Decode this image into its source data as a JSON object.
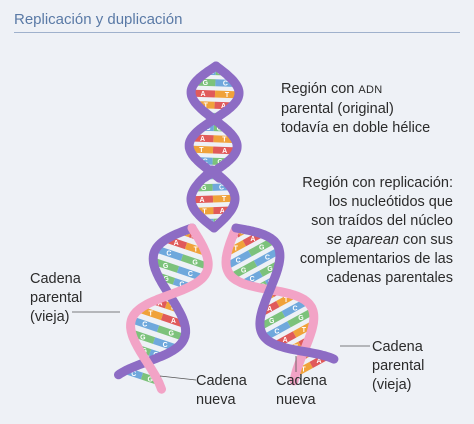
{
  "header": {
    "title": "Replicación y duplicación"
  },
  "labels": {
    "original_line1_pre": "Región con",
    "original_line1_abbr": "ADN",
    "original_line2": "parental (original)",
    "original_line3": "todavía en doble hélice",
    "replication_line1": "Región con replicación:",
    "replication_line2": "los nucleótidos que",
    "replication_line3": "son traídos del núcleo",
    "replication_line4_em": "se aparean",
    "replication_line4_rest": " con sus",
    "replication_line5": "complementarios de las",
    "replication_line6": "cadenas parentales",
    "parental_left_line1": "Cadena",
    "parental_left_line2": "parental",
    "parental_left_line3": "(vieja)",
    "new_left_line1": "Cadena",
    "new_left_line2": "nueva",
    "new_center_line1": "Cadena",
    "new_center_line2": "nueva",
    "parental_right_line1": "Cadena",
    "parental_right_line2": "parental",
    "parental_right_line3": "(vieja)"
  },
  "base_letters": {
    "top": [
      "C",
      "G",
      "A",
      "T",
      "C",
      "G",
      "T",
      "A",
      "G",
      "C",
      "T",
      "A"
    ],
    "fork": [
      "C",
      "G",
      "A",
      "T",
      "C",
      "G",
      "T",
      "A"
    ],
    "left": [
      "T",
      "A",
      "C",
      "G",
      "G",
      "C",
      "T",
      "A",
      "G",
      "C",
      "C",
      "G",
      "C",
      "G",
      "A",
      "T"
    ],
    "right": [
      "A",
      "T",
      "C",
      "G",
      "C",
      "G",
      "A",
      "T",
      "C",
      "G",
      "T",
      "A",
      "A",
      "T",
      "G",
      "C",
      "C",
      "G",
      "T"
    ]
  },
  "colors": {
    "parental_strand": "#8d6cc4",
    "new_strand": "#f2a3c6",
    "base_blue": "#6fa8dc",
    "base_green": "#7cc27b",
    "base_red": "#e05a5a",
    "base_orange": "#f0a23a",
    "header_text": "#5a7aa6"
  }
}
